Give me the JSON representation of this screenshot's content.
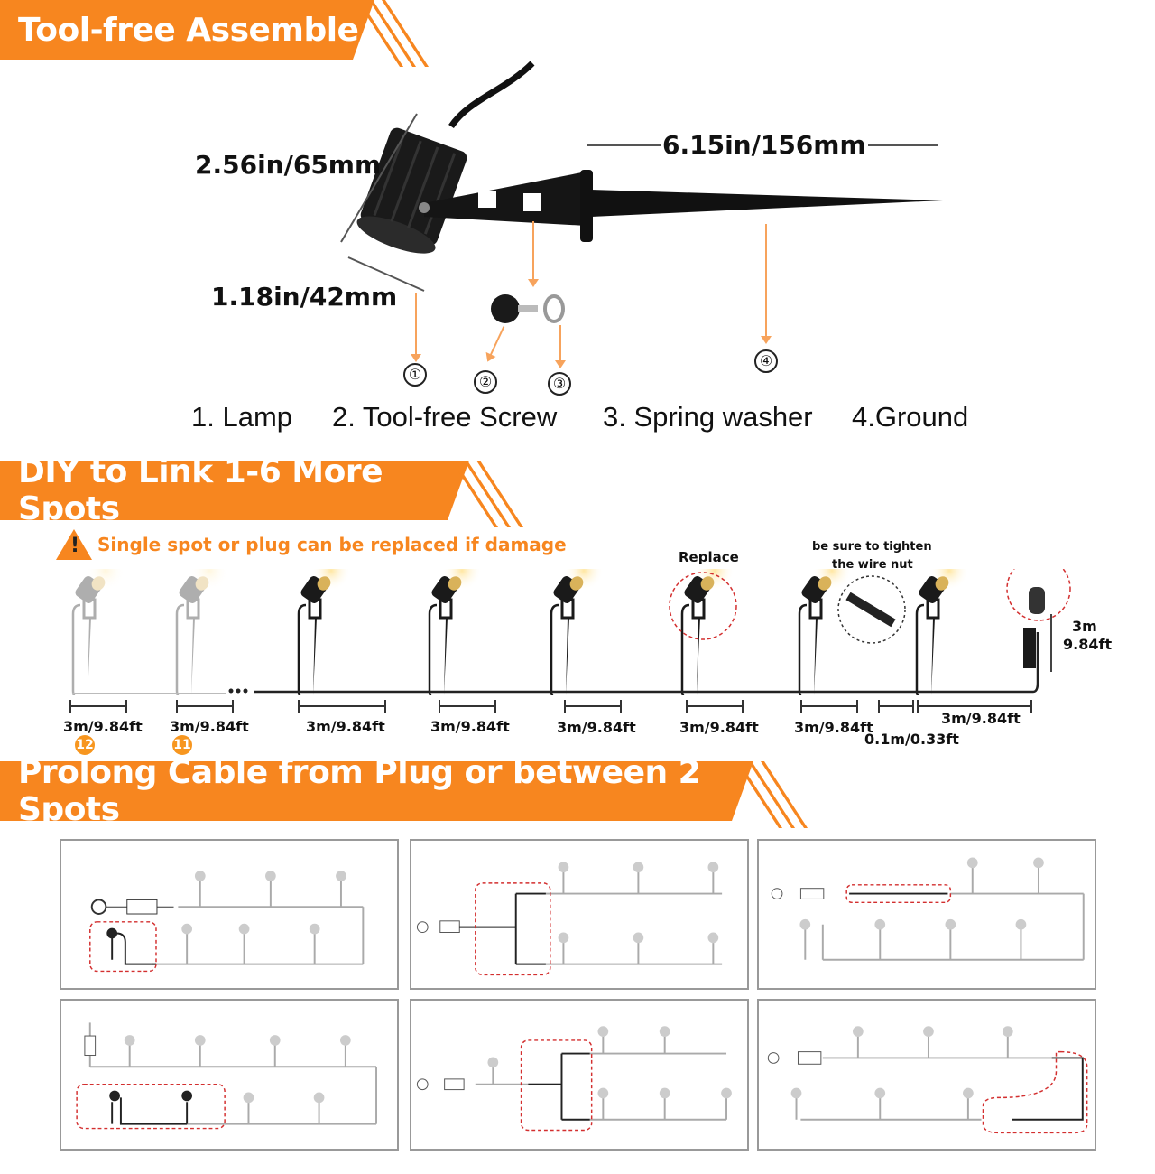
{
  "sections": {
    "assemble": {
      "title": "Tool-free Assemble"
    },
    "link": {
      "title": "DIY to Link 1-6 More Spots"
    },
    "prolong": {
      "title": "Prolong Cable from Plug or between 2 Spots"
    }
  },
  "dimensions": {
    "height": "2.56in/65mm",
    "width": "1.18in/42mm",
    "stake_length": "6.15in/156mm"
  },
  "part_markers": [
    "①",
    "②",
    "③",
    "④"
  ],
  "parts": [
    {
      "label": "1. Lamp"
    },
    {
      "label": "2. Tool-free Screw"
    },
    {
      "label": "3. Spring washer"
    },
    {
      "label": "4.Ground"
    }
  ],
  "warning": {
    "text": "Single spot or plug can be replaced if damage",
    "icon": "warning-triangle-icon"
  },
  "annotations": {
    "replace": "Replace",
    "tighten_line1": "be sure to tighten",
    "tighten_line2": "the wire nut",
    "plug_cable_m": "3m",
    "plug_cable_ft": "9.84ft"
  },
  "cable_lengths": [
    {
      "label": "3m/9.84ft",
      "badge": "12"
    },
    {
      "label": "3m/9.84ft",
      "badge": "11"
    },
    {
      "label": "3m/9.84ft"
    },
    {
      "label": "3m/9.84ft"
    },
    {
      "label": "3m/9.84ft"
    },
    {
      "label": "3m/9.84ft"
    },
    {
      "label": "3m/9.84ft"
    },
    {
      "label": "0.1m/0.33ft"
    },
    {
      "label": "3m/9.84ft"
    }
  ],
  "colors": {
    "accent": "#f7861f",
    "highlight_dash": "#d32f2f"
  }
}
